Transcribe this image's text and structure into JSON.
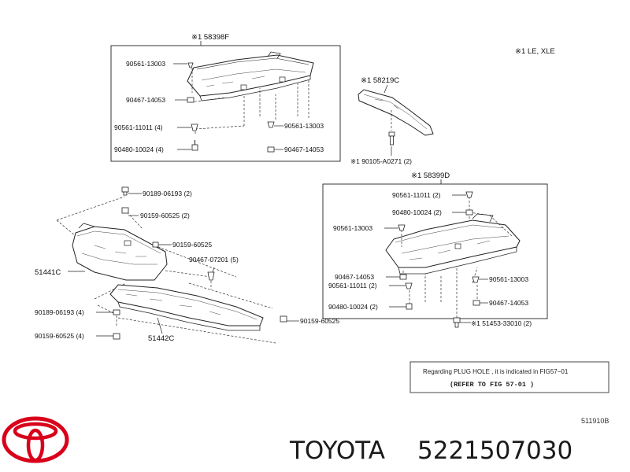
{
  "legend_note": "※1  LE, XLE",
  "groups": {
    "top": {
      "part_no": "※1  58398F"
    },
    "mid": {
      "part_no": "※1  58219C",
      "bolt": "※1  90105-A0271 (2)"
    },
    "right": {
      "part_no": "※1  58399D"
    }
  },
  "labels": {
    "t1": "90561-13003",
    "t2": "90467-14053",
    "t3": "90561-11011 (4)",
    "t4": "90480-10024 (4)",
    "t5": "90561-13003",
    "t6": "90467-14053",
    "l1": "90189-06193 (2)",
    "l2": "90159-60525 (2)",
    "l3": "90159-60525",
    "l4": "90467-07201 (5)",
    "l5": "51441C",
    "l6": "90189-06193 (4)",
    "l7": "90159-60525 (4)",
    "l8": "51442C",
    "l9": "90159-60525",
    "r1": "90561-11011 (2)",
    "r2": "90480-10024 (2)",
    "r3": "90561-13003",
    "r4": "90467-14053",
    "r5": "90561-11011 (2)",
    "r6": "90480-10024 (2)",
    "r7": "90561-13003",
    "r8": "90467-14053",
    "r9": "※1  51453-33010 (2)"
  },
  "note_box": {
    "line1": "Regarding PLUG HOLE , it is indicated in FIG57−01",
    "line2": "(REFER TO FIG   57-01   )"
  },
  "diagram_code": "511910B",
  "brand": {
    "name": "TOYOTA",
    "part_number": "5221507030",
    "logo_color": "#d9001b"
  }
}
